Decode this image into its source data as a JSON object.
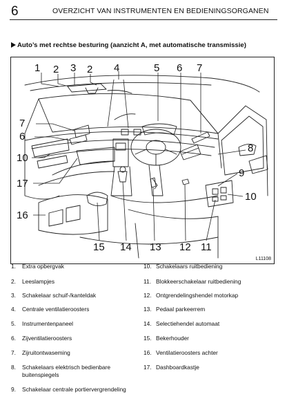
{
  "header": {
    "page_number": "6",
    "title": "OVERZICHT VAN INSTRUMENTEN EN BEDIENINGSORGANEN"
  },
  "section": {
    "heading": "Auto’s met rechtse besturing (aanzicht A, met automatische transmissie)"
  },
  "figure": {
    "code": "L11108",
    "callouts": {
      "c1": "1",
      "c2a": "2",
      "c3": "3",
      "c2b": "2",
      "c4": "4",
      "c5": "5",
      "c6a": "6",
      "c7a": "7",
      "c7b": "7",
      "c6b": "6",
      "c10a": "10",
      "c17": "17",
      "c16": "16",
      "c8": "8",
      "c9": "9",
      "c10b": "10",
      "c15": "15",
      "c14": "14",
      "c13": "13",
      "c12": "12",
      "c11": "11"
    }
  },
  "legend": {
    "left": [
      {
        "num": "1.",
        "text": "Extra opbergvak"
      },
      {
        "num": "2.",
        "text": "Leeslampjes"
      },
      {
        "num": "3.",
        "text": "Schakelaar schuif-/kanteldak"
      },
      {
        "num": "4.",
        "text": "Centrale ventilatieroosters"
      },
      {
        "num": "5.",
        "text": "Instrumentenpaneel"
      },
      {
        "num": "6.",
        "text": "Zijventilatieroosters"
      },
      {
        "num": "7.",
        "text": "Zijruitontwaseming"
      },
      {
        "num": "8.",
        "text": "Schakelaars elektrisch bedienbare",
        "cont": "buitenspiegels"
      },
      {
        "num": "9.",
        "text": "Schakelaar centrale portiervergrendeling"
      }
    ],
    "right": [
      {
        "num": "10.",
        "text": "Schakelaars ruitbediening"
      },
      {
        "num": "11.",
        "text": "Blokkeerschakelaar ruitbediening"
      },
      {
        "num": "12.",
        "text": "Ontgrendelingshendel motorkap"
      },
      {
        "num": "13.",
        "text": "Pedaal parkeerrem"
      },
      {
        "num": "14.",
        "text": "Selectiehendel automaat"
      },
      {
        "num": "15.",
        "text": "Bekerhouder"
      },
      {
        "num": "16.",
        "text": "Ventilatieroosters achter"
      },
      {
        "num": "17.",
        "text": "Dashboardkastje"
      }
    ]
  }
}
